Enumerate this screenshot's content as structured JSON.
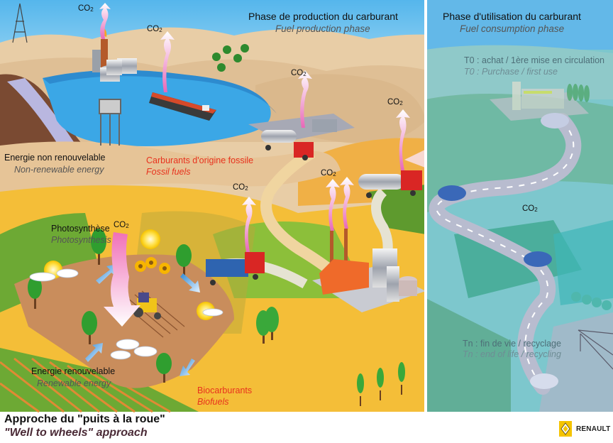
{
  "sections": {
    "production": {
      "title_fr": "Phase de production du carburant",
      "title_en": "Fuel production phase"
    },
    "consumption": {
      "title_fr": "Phase d'utilisation du carburant",
      "title_en": "Fuel consumption phase"
    }
  },
  "labels": {
    "non_renewable": {
      "fr": "Energie non renouvelable",
      "en": "Non-renewable energy"
    },
    "fossil_fuels": {
      "fr": "Carburants d'origine fossile",
      "en": "Fossil fuels"
    },
    "photosynthesis": {
      "fr": "Photosynthèse",
      "en": "Photosynthesis"
    },
    "renewable": {
      "fr": "Energie renouvelable",
      "en": "Renewable energy"
    },
    "biofuels": {
      "fr": "Biocarburants",
      "en": "Biofuels"
    },
    "t0": {
      "fr": "T0 : achat / 1ère mise en circulation",
      "en": "T0 : Purchase / first use"
    },
    "tn": {
      "fr": "Tn : fin de vie / recyclage",
      "en": "Tn : end of life / recycling"
    }
  },
  "co2": {
    "text": "CO",
    "subscript": "2"
  },
  "footer": {
    "title_fr": "Approche du \"puits à la roue\"",
    "title_en": "\"Well to wheels\" approach"
  },
  "brand": {
    "name": "RENAULT",
    "color": "#f5c400"
  },
  "colors": {
    "sky": "#7cc6ee",
    "desert": "#e9cfa9",
    "sea": "#3aa6e4",
    "field_green": "#7fb43c",
    "field_yellow": "#f4bf36",
    "soil": "#c98d5c",
    "consumption_overlay": "#7fc3c6",
    "road": "#b9bdd0",
    "co2_plume": "#f2a4d2",
    "truck_red": "#d92624",
    "label_red": "#e8321e"
  }
}
